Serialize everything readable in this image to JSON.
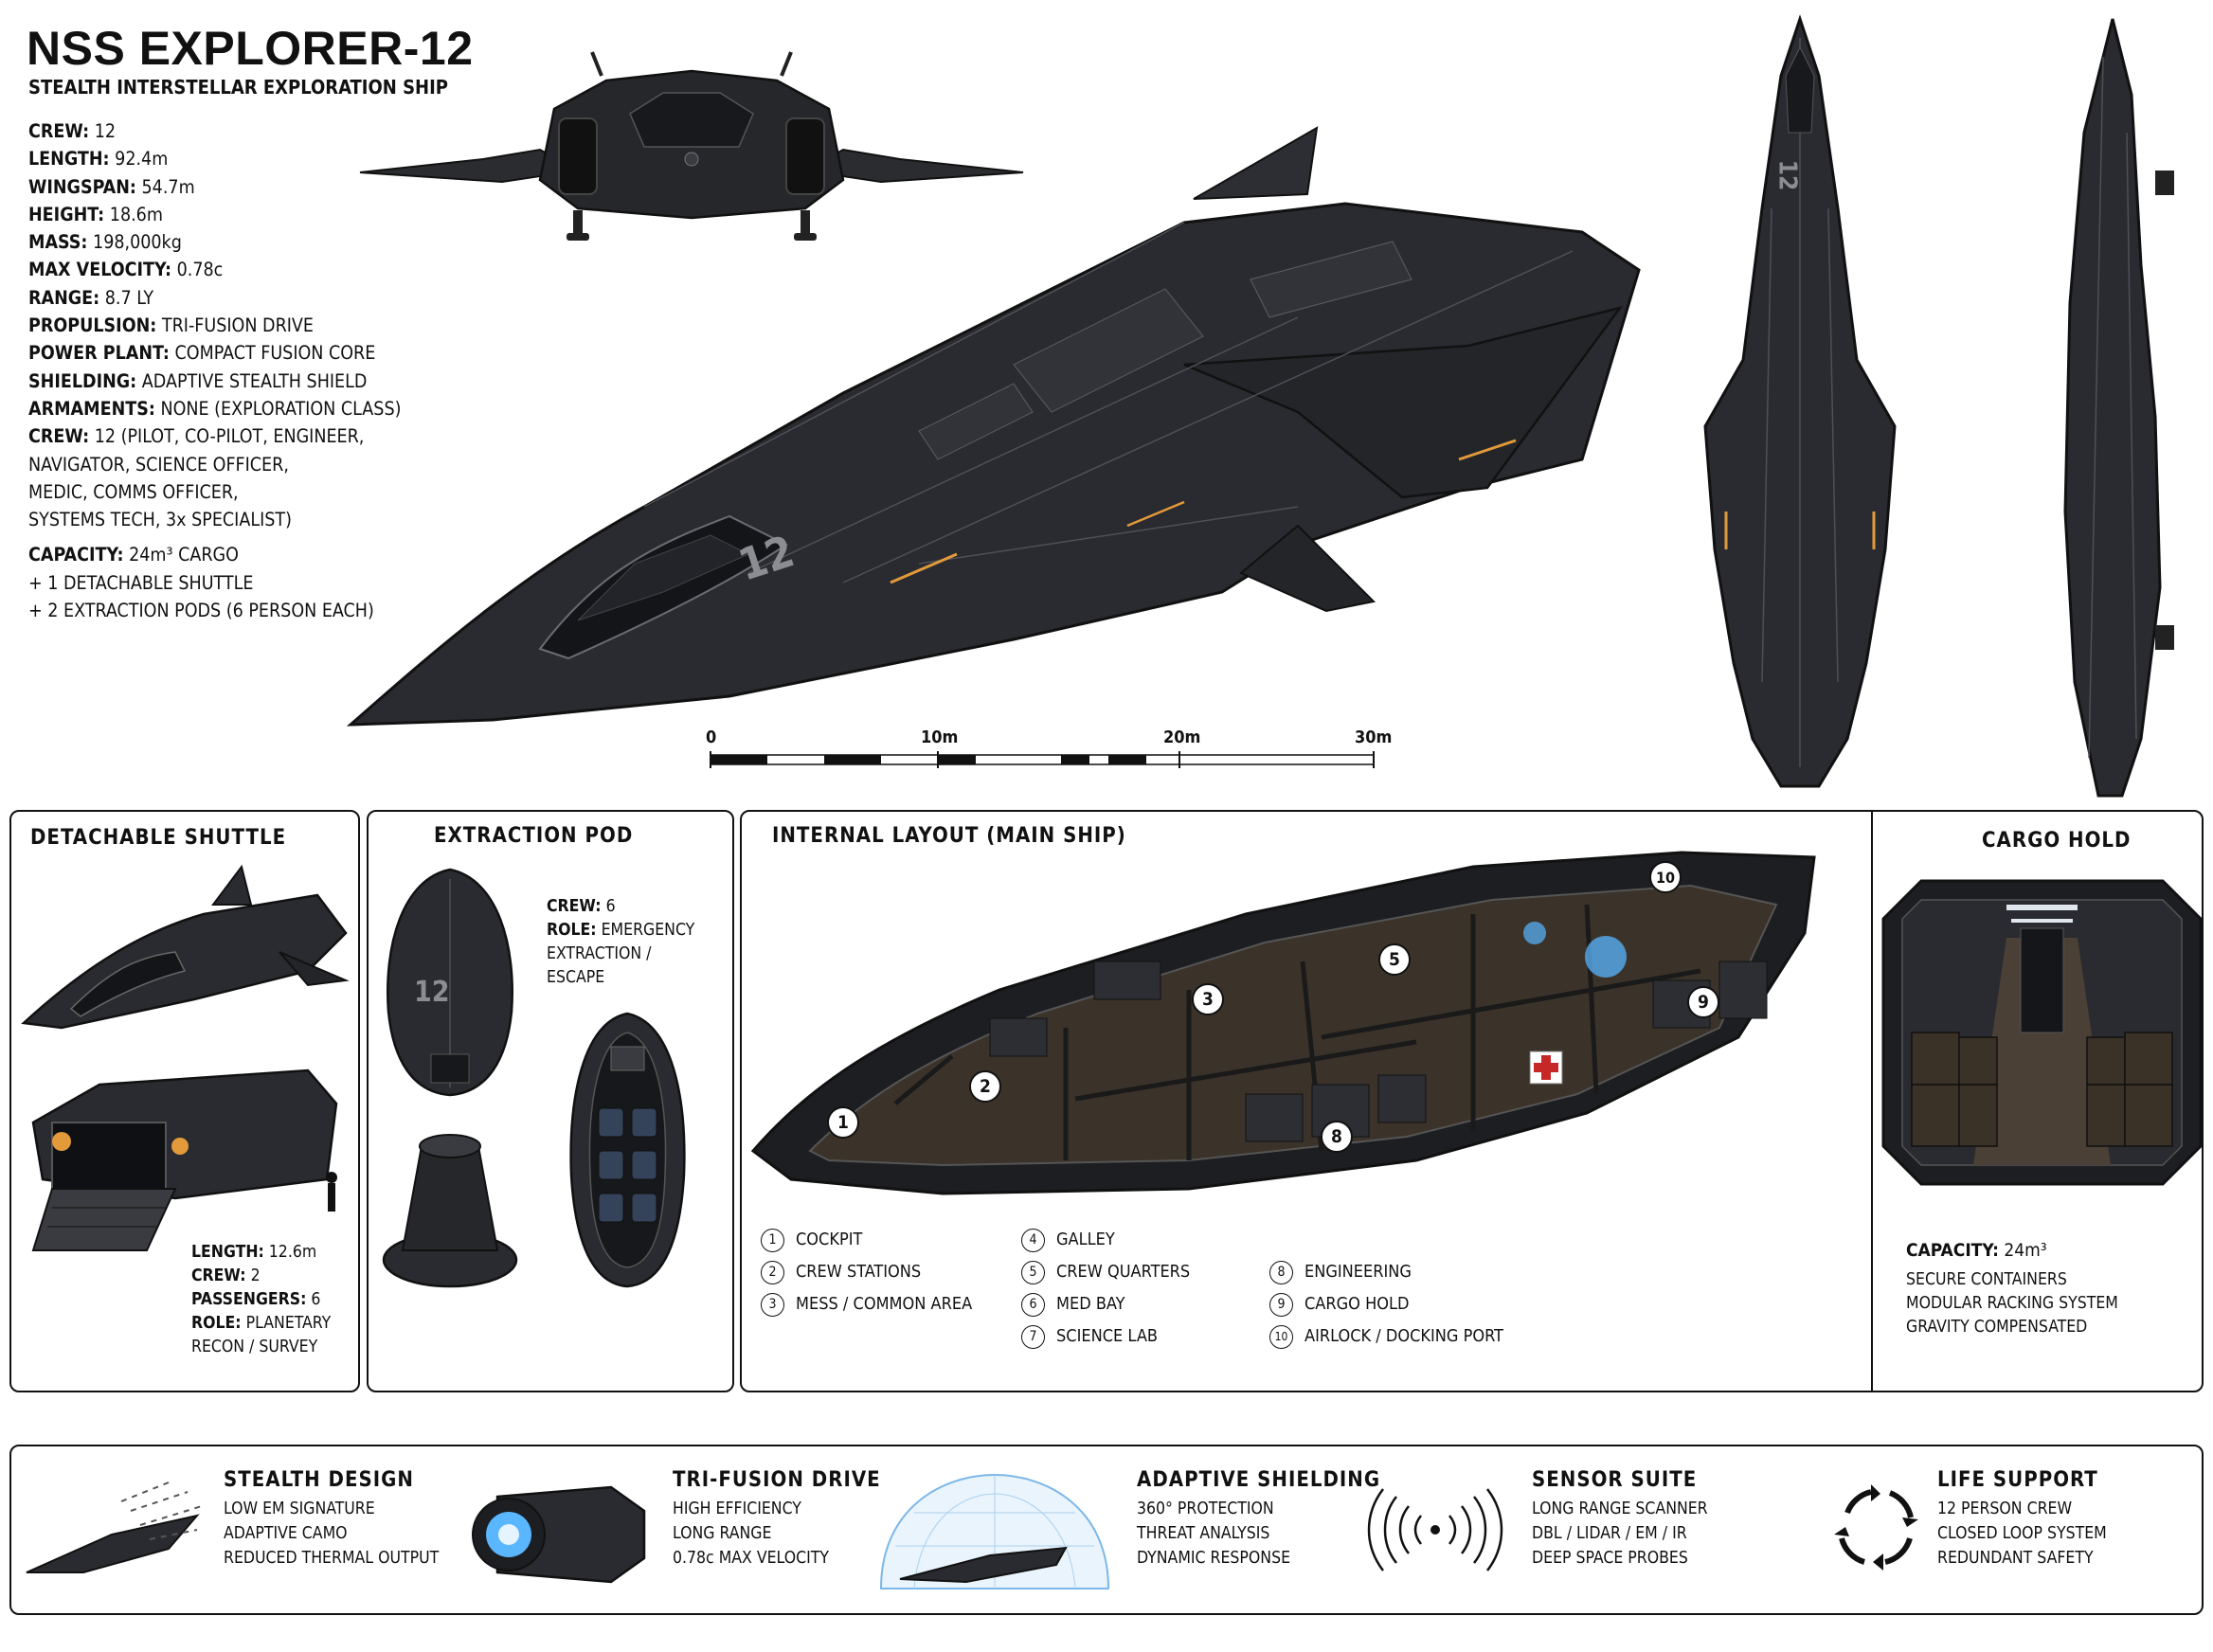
{
  "header": {
    "title": "NSS EXPLORER-12",
    "subtitle": "STEALTH INTERSTELLAR EXPLORATION SHIP"
  },
  "specs": [
    {
      "k": "CREW:",
      "v": "12"
    },
    {
      "k": "LENGTH:",
      "v": "92.4m"
    },
    {
      "k": "WINGSPAN:",
      "v": "54.7m"
    },
    {
      "k": "HEIGHT:",
      "v": "18.6m"
    },
    {
      "k": "MASS:",
      "v": "198,000kg"
    },
    {
      "k": "MAX VELOCITY:",
      "v": "0.78c"
    },
    {
      "k": "RANGE:",
      "v": "8.7 LY"
    },
    {
      "k": "PROPULSION:",
      "v": "TRI-FUSION DRIVE"
    },
    {
      "k": "POWER PLANT:",
      "v": "COMPACT FUSION CORE"
    },
    {
      "k": "SHIELDING:",
      "v": "ADAPTIVE STEALTH SHIELD"
    },
    {
      "k": "ARMAMENTS:",
      "v": "NONE (EXPLORATION CLASS)"
    }
  ],
  "crew_detail": {
    "k": "CREW:",
    "lines": [
      "12 (PILOT, CO-PILOT, ENGINEER,",
      "NAVIGATOR, SCIENCE OFFICER,",
      "MEDIC, COMMS OFFICER,",
      "SYSTEMS TECH, 3x SPECIALIST)"
    ]
  },
  "capacity": {
    "k": "CAPACITY:",
    "v": "24m³ CARGO",
    "lines": [
      "+ 1 DETACHABLE SHUTTLE",
      "+ 2 EXTRACTION PODS (6 PERSON EACH)"
    ]
  },
  "ship_marking": "12",
  "scale": {
    "labels": [
      "0",
      "10m",
      "20m",
      "30m"
    ]
  },
  "shuttle": {
    "title": "DETACHABLE SHUTTLE",
    "specs": [
      {
        "k": "LENGTH:",
        "v": "12.6m"
      },
      {
        "k": "CREW:",
        "v": "2"
      },
      {
        "k": "PASSENGERS:",
        "v": "6"
      },
      {
        "k": "ROLE:",
        "v": "PLANETARY"
      }
    ],
    "role_cont": "RECON / SURVEY"
  },
  "pod": {
    "title": "EXTRACTION POD",
    "specs": [
      {
        "k": "CREW:",
        "v": "6"
      },
      {
        "k": "ROLE:",
        "v": "EMERGENCY"
      }
    ],
    "role_cont": [
      "EXTRACTION /",
      "ESCAPE"
    ]
  },
  "layout": {
    "title": "INTERNAL LAYOUT (MAIN SHIP)",
    "items": [
      {
        "n": "1",
        "label": "COCKPIT"
      },
      {
        "n": "2",
        "label": "CREW STATIONS"
      },
      {
        "n": "3",
        "label": "MESS / COMMON AREA"
      },
      {
        "n": "4",
        "label": "GALLEY"
      },
      {
        "n": "5",
        "label": "CREW QUARTERS"
      },
      {
        "n": "6",
        "label": "MED BAY"
      },
      {
        "n": "7",
        "label": "SCIENCE LAB"
      },
      {
        "n": "8",
        "label": "ENGINEERING"
      },
      {
        "n": "9",
        "label": "CARGO HOLD"
      },
      {
        "n": "10",
        "label": "AIRLOCK / DOCKING PORT"
      }
    ]
  },
  "cargo": {
    "title": "CARGO HOLD",
    "k": "CAPACITY:",
    "v": "24m³",
    "lines": [
      "SECURE CONTAINERS",
      "MODULAR RACKING SYSTEM",
      "GRAVITY COMPENSATED"
    ]
  },
  "features": [
    {
      "title": "STEALTH DESIGN",
      "lines": [
        "LOW EM SIGNATURE",
        "ADAPTIVE CAMO",
        "REDUCED THERMAL OUTPUT"
      ],
      "icon": "stealth-ship-icon"
    },
    {
      "title": "TRI-FUSION DRIVE",
      "lines": [
        "HIGH EFFICIENCY",
        "LONG RANGE",
        "0.78c MAX VELOCITY"
      ],
      "icon": "engine-icon"
    },
    {
      "title": "ADAPTIVE SHIELDING",
      "lines": [
        "360° PROTECTION",
        "THREAT ANALYSIS",
        "DYNAMIC RESPONSE"
      ],
      "icon": "shield-dome-icon"
    },
    {
      "title": "SENSOR SUITE",
      "lines": [
        "LONG RANGE SCANNER",
        "DBL / LIDAR / EM / IR",
        "DEEP SPACE PROBES"
      ],
      "icon": "sensor-waves-icon"
    },
    {
      "title": "LIFE SUPPORT",
      "lines": [
        "12 PERSON CREW",
        "CLOSED LOOP SYSTEM",
        "REDUNDANT SAFETY"
      ],
      "icon": "recycle-loop-icon"
    }
  ],
  "colors": {
    "hull": "#2b2c30",
    "hull_dark": "#17181b",
    "panel_line": "#55575d",
    "accent": "#e39a3a",
    "glow": "#59b6ff",
    "med_cross": "#c62828"
  }
}
